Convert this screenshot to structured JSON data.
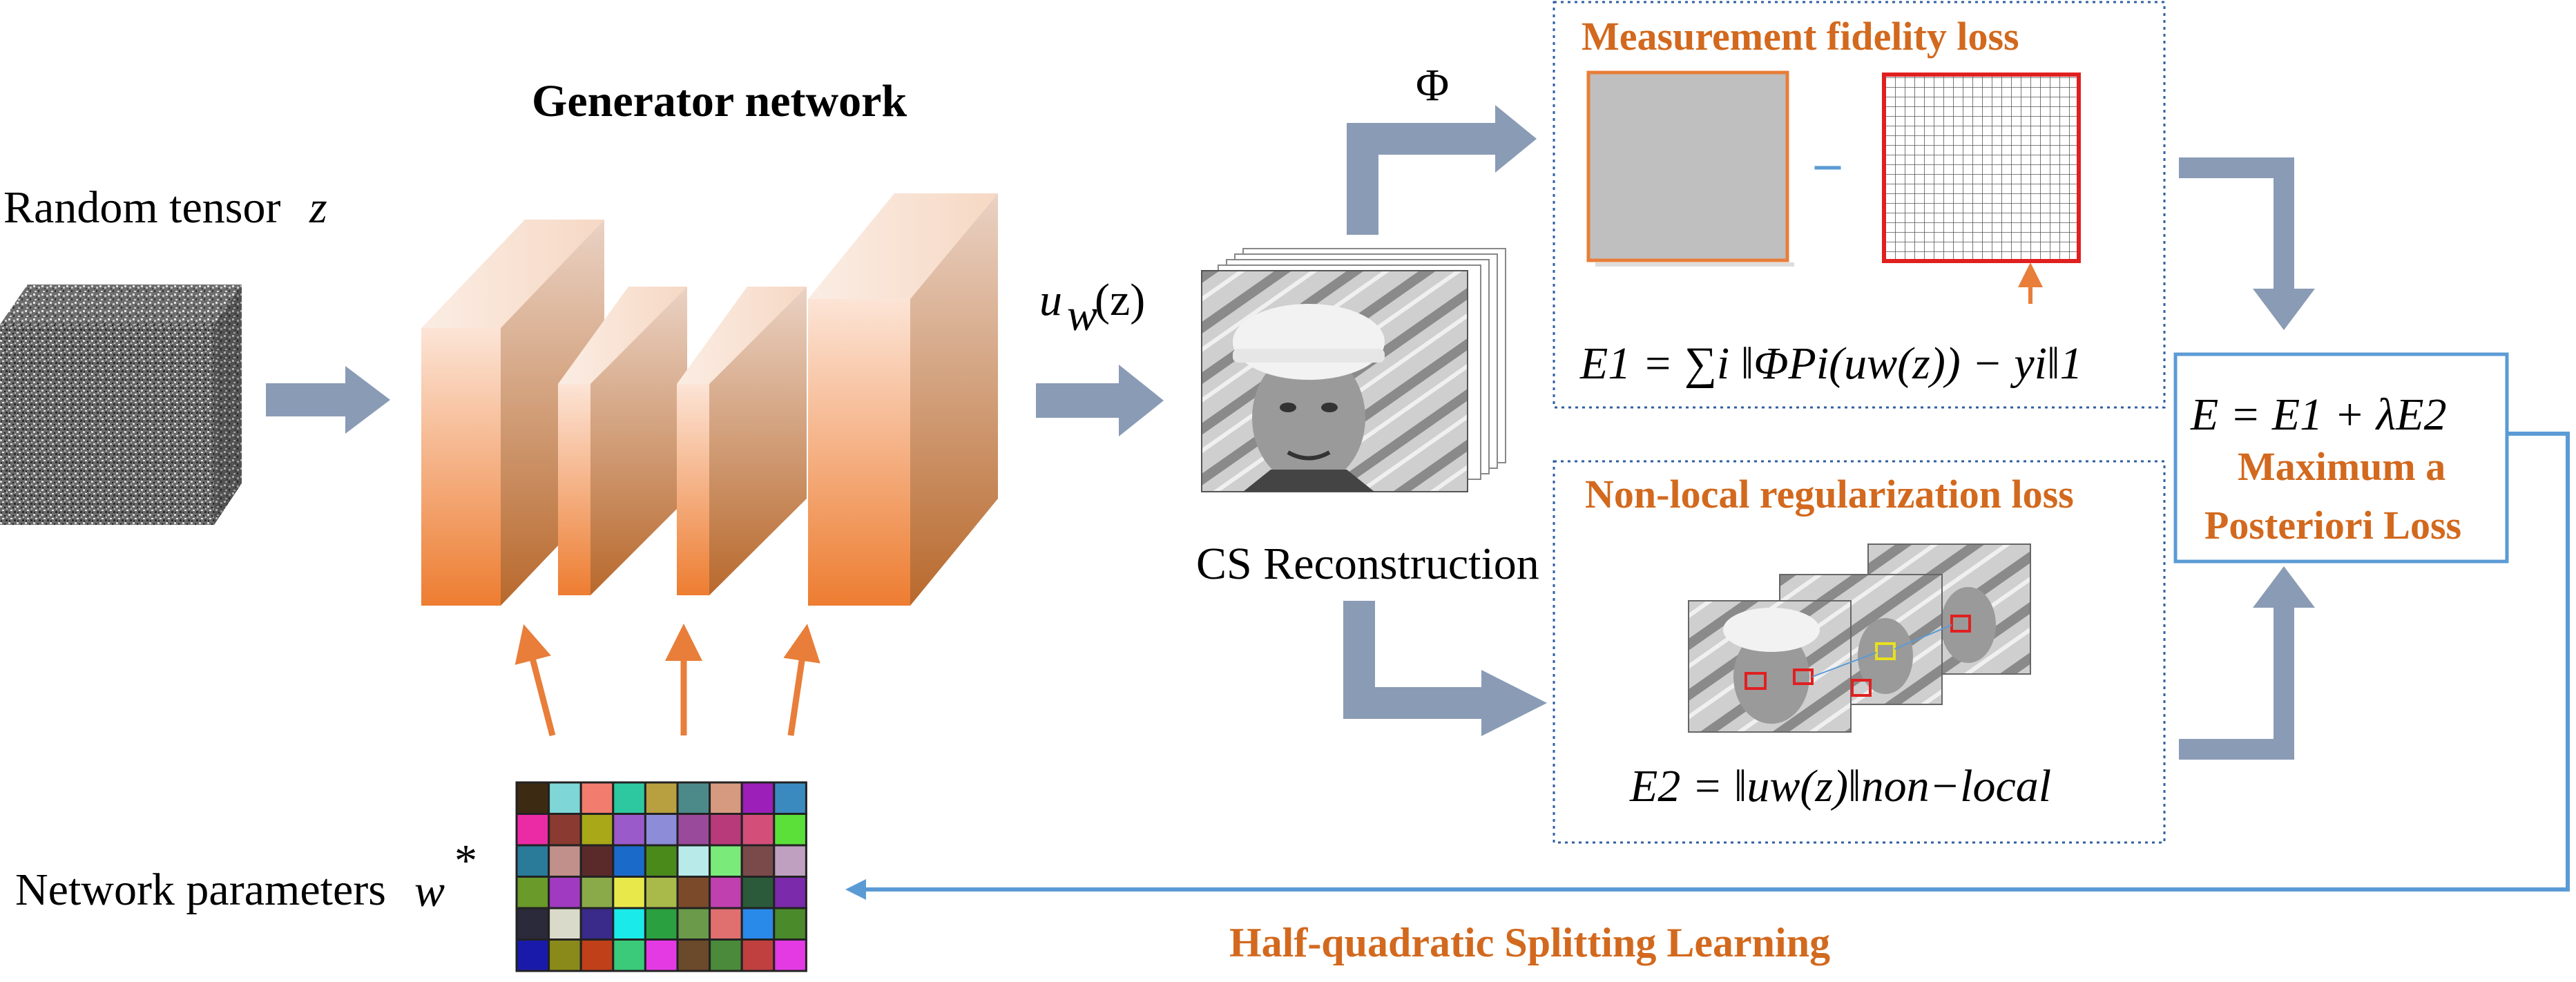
{
  "labels": {
    "random_tensor": "Random tensor",
    "random_tensor_symbol": "z",
    "generator_network": "Generator network",
    "u_w_z": "u_w(z)",
    "u_w_z_base": "u",
    "u_w_z_sub": "w",
    "u_w_z_arg": "(z)",
    "phi": "Φ",
    "cs_reconstruction": "CS Reconstruction",
    "network_parameters": "Network parameters",
    "network_parameters_symbol": "w",
    "network_parameters_sup": "*",
    "measurement_title": "Measurement fidelity loss",
    "minus_sign": "–",
    "e1_formula": "E1 = ∑i ‖ΦPi(uw(z)) − yi‖1",
    "nonlocal_title": "Non-local regularization loss",
    "e2_formula": "E2 = ‖uw(z)‖non−local",
    "map_formula": "E = E1 + λE2",
    "map_title_line1": "Maximum a",
    "map_title_line2": "Posteriori Loss",
    "hqs_learning": "Half-quadratic Splitting Learning"
  },
  "colors": {
    "thick_arrow": "#8A9BB5",
    "orange_arrow": "#E87E3A",
    "blue_line": "#5B9BD5",
    "accent_text": "#D2691E",
    "dotted_box": "#2F5F9F",
    "block_top": "#FCE4D6",
    "block_bottom": "#ED7D31",
    "gray_image_fill": "#BFBFBF",
    "gray_image_border": "#E87E3A",
    "grid_image_border": "#E02020"
  },
  "param_grid_colors": [
    [
      "#3D2A12",
      "#7FD6D6",
      "#F27C6E",
      "#2EC8A0",
      "#B8A040",
      "#4C8A8A",
      "#D69A80",
      "#9B1FB8",
      "#3B8ABF"
    ],
    [
      "#EB2AA6",
      "#8A3A30",
      "#A8A818",
      "#9A5ACA",
      "#8C8CD8",
      "#9A4A9A",
      "#B83A7A",
      "#D44E7A",
      "#5BE03A"
    ],
    [
      "#2A7A9A",
      "#C2908A",
      "#5A2A2A",
      "#1A6ACA",
      "#4A8A1A",
      "#B8EAEA",
      "#7AEA7A",
      "#7A4A4A",
      "#C0A0C0"
    ],
    [
      "#6A9A2A",
      "#A03AC0",
      "#8AAA4A",
      "#E8E84A",
      "#AABA4A",
      "#7A4A2A",
      "#C040B0",
      "#2A5A3A",
      "#7A2AAA"
    ],
    [
      "#2A2A3A",
      "#DADACA",
      "#3A2A8A",
      "#1AEAEA",
      "#2AA040",
      "#6A9A4A",
      "#E07070",
      "#2A8AEA",
      "#4A8A2A"
    ],
    [
      "#1A1AAA",
      "#8A8A1A",
      "#C0401A",
      "#3ACA7A",
      "#E43AE4",
      "#6A4A2A",
      "#4A8A3A",
      "#C04040",
      "#E43AE4"
    ]
  ]
}
